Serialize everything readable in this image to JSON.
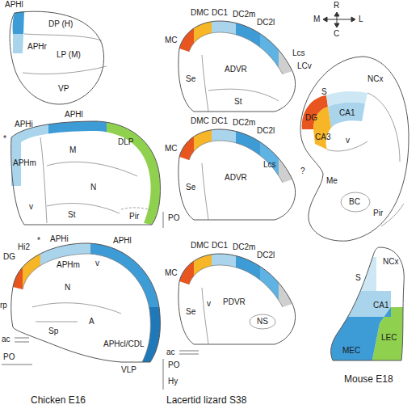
{
  "diagram": {
    "labels": [
      "APHl",
      "DP (H)",
      "APHr",
      "LP (M)",
      "VP",
      "APHi",
      "APHl",
      "DLP",
      "*",
      "APHm",
      "M",
      "v",
      "N",
      "St",
      "Pir",
      "DG",
      "Hi2",
      "*",
      "APHi",
      "APHl",
      "rp",
      "APHm",
      "v",
      "APHcl/CDL",
      "N",
      "ac",
      "Sp",
      "A",
      "VLP",
      "PO",
      "Chicken E16",
      "DMC",
      "DC1",
      "DC2m",
      "DC2l",
      "MC",
      "Lcs",
      "Se",
      "ADVR",
      "LCv",
      "St",
      "DMC",
      "DC1",
      "DC2m",
      "DC2l",
      "MC",
      "Lcs",
      "?",
      "Se",
      "ADVR",
      "PO",
      "MC",
      "DMC",
      "DC1",
      "DC2m",
      "DC2l",
      "Se",
      "v",
      "PDVR",
      "NS",
      "ac",
      "PO",
      "Hy",
      "Lacertid lizard S38",
      "R",
      "M",
      "L",
      "C",
      "NCx",
      "S",
      "DG",
      "CA1",
      "CA3",
      "v",
      "Me",
      "BC",
      "Pir",
      "NCx",
      "S",
      "CA1",
      "LEC",
      "MEC",
      "Mouse E18"
    ]
  }
}
